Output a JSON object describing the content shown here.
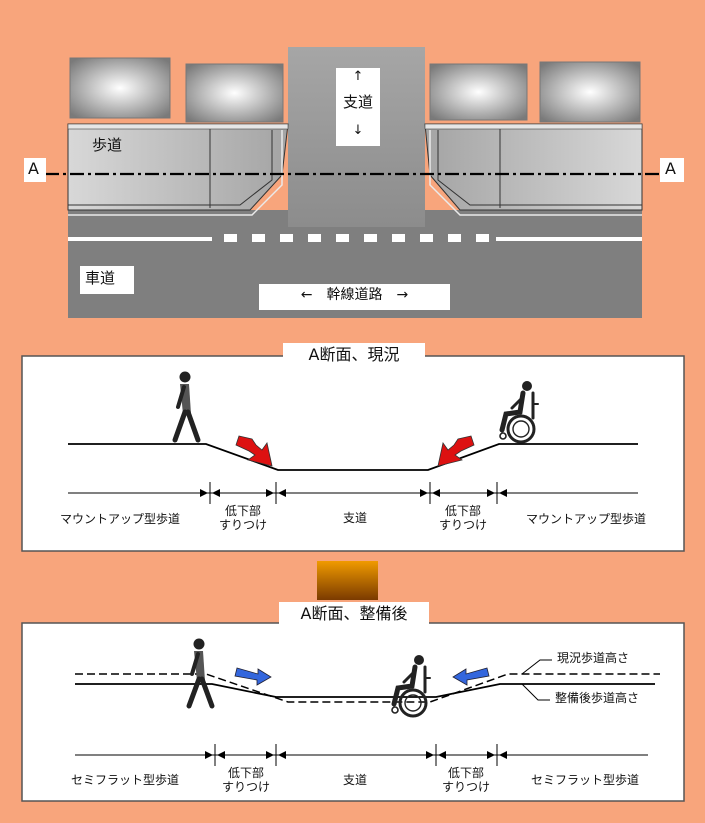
{
  "plan": {
    "sidewalk_label": "歩道",
    "road_label": "車道",
    "branch_road_label": "支道",
    "branch_arrow_up": "↑",
    "branch_arrow_down": "↓",
    "arterial_label": "←　幹線道路　→",
    "section_marker_left": "A",
    "section_marker_right": "A"
  },
  "current_section": {
    "title": "A断面、現況",
    "labels": {
      "mountup_left": "マウントアップ型歩道",
      "ramp_left": "低下部\nすりつけ",
      "branch": "支道",
      "ramp_right": "低下部\nすりつけ",
      "mountup_right": "マウントアップ型歩道"
    }
  },
  "improved_section": {
    "title": "A断面、整備後",
    "labels": {
      "semiflat_left": "セミフラット型歩道",
      "ramp_left": "低下部\nすりつけ",
      "branch": "支道",
      "ramp_right": "低下部\nすりつけ",
      "semiflat_right": "セミフラット型歩道",
      "legend_current": "現況歩道高さ",
      "legend_improved": "整備後歩道高さ"
    }
  },
  "colors": {
    "background": "#f8a57c",
    "current_arrow": "#dd1111",
    "improved_arrow": "#3366dd"
  }
}
